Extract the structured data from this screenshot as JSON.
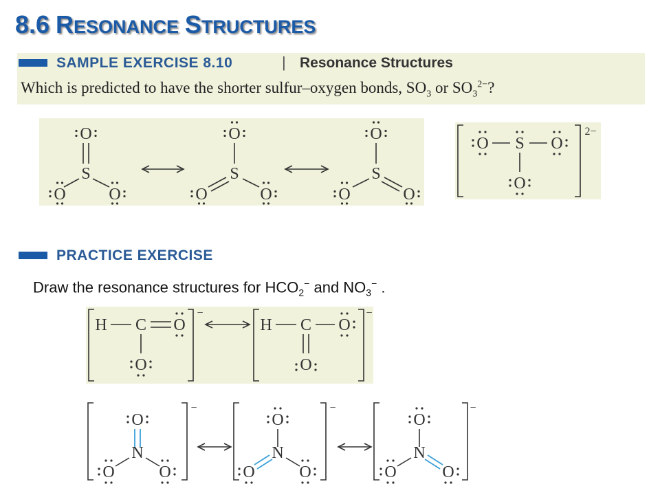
{
  "header": {
    "number": "8.6",
    "title_initial_1": "R",
    "title_rest_1": "ESONANCE",
    "title_initial_2": "S",
    "title_rest_2": "TRUCTURES"
  },
  "sample": {
    "label": "SAMPLE EXERCISE 8.10",
    "separator": "|",
    "topic": "Resonance Structures",
    "question_pre": "Which is predicted to have the shorter sulfur–oxygen bonds, SO",
    "question_sub1": "3",
    "question_mid": " or SO",
    "question_sub2": "3",
    "question_sup": "2−",
    "question_end": "?"
  },
  "practice": {
    "label": "PRACTICE EXERCISE",
    "prompt_pre": "Draw the resonance structures for HCO",
    "prompt_sub1": "2",
    "prompt_sup1": "−",
    "prompt_mid": " and NO",
    "prompt_sub2": "3",
    "prompt_sup2": "−",
    "prompt_end": " ."
  },
  "atoms": {
    "O": "O",
    "S": "S",
    "N": "N",
    "C": "C",
    "H": "H",
    "charge_minus": "−",
    "charge_2minus": "2−"
  },
  "colors": {
    "title": "#1a5aa6",
    "band": "#f0f2dc",
    "highlight_bond": "#3aa0d8"
  }
}
